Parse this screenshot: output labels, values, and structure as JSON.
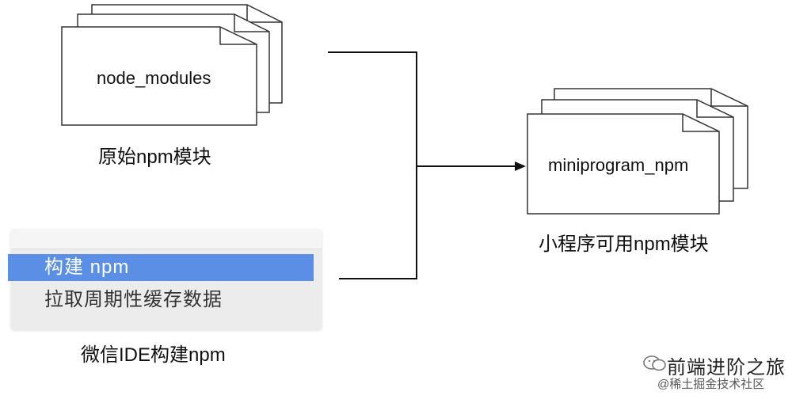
{
  "source": {
    "doc_label": "node_modules",
    "caption": "原始npm模块"
  },
  "target": {
    "doc_label": "miniprogram_npm",
    "caption": "小程序可用npm模块"
  },
  "ide_menu": {
    "items": [
      {
        "label": "构建 npm",
        "selected": true
      },
      {
        "label": "拉取周期性缓存数据",
        "selected": false
      }
    ],
    "caption": "微信IDE构建npm"
  },
  "watermark": {
    "title": "前端进阶之旅",
    "subtitle": "@稀土掘金技术社区",
    "icon": "wechat-icon"
  },
  "colors": {
    "selected_bg": "#5b8fe6",
    "line": "#111111"
  }
}
